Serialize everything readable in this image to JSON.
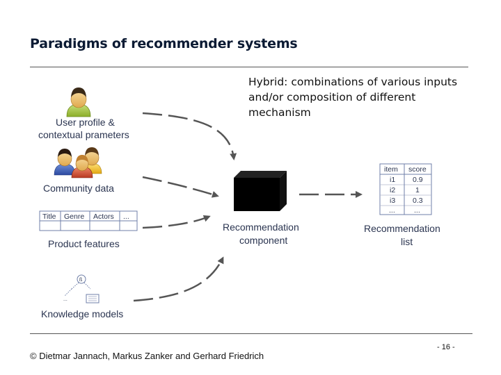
{
  "slide": {
    "title": "Paradigms of recommender systems",
    "callout_line1": "Hybrid: combinations of various inputs",
    "callout_line2": "and/or composition of different",
    "callout_line3": "mechanism"
  },
  "inputs": {
    "user_profile_line1": "User profile &",
    "user_profile_line2": "contextual prameters",
    "community": "Community data",
    "product_features": "Product features",
    "knowledge_models": "Knowledge models"
  },
  "feature_table": {
    "headers": [
      "Title",
      "Genre",
      "Actors",
      "..."
    ]
  },
  "knowledge_tree": {
    "node_symbol": "ß",
    "ellipsis": "..."
  },
  "component": {
    "line1": "Recommendation",
    "line2": "component"
  },
  "output": {
    "line1": "Recommendation",
    "line2": "list",
    "headers": [
      "item",
      "score"
    ],
    "rows": [
      [
        "i1",
        "0.9"
      ],
      [
        "i2",
        "1"
      ],
      [
        "i3",
        "0.3"
      ],
      [
        "...",
        "..."
      ]
    ]
  },
  "footer": {
    "copyright": "© Dietmar Jannach, Markus Zanker and Gerhard Friedrich",
    "page": "- 16 -"
  }
}
